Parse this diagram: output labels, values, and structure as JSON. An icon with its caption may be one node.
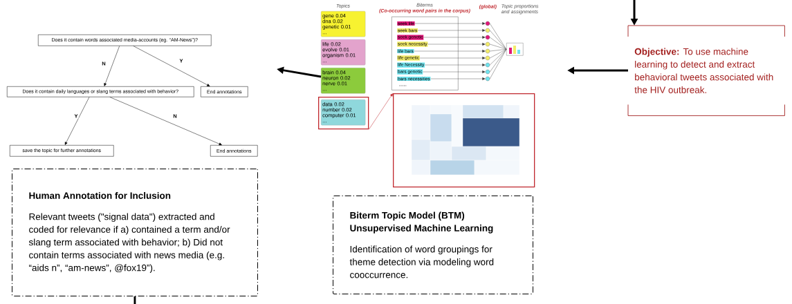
{
  "diagram": {
    "nodes": [
      {
        "text": [
          "**Objective:** To use machine learning to detect and extract behavioral tweets associated with the HIV outbreak."
        ]
      },
      {
        "text": [
          "gene 0.04",
          "dna 0.02",
          "genetic 0.01",
          "..."
        ]
      },
      {
        "text": [
          "life 0.02",
          "evolve 0.01",
          "organism 0.01",
          "..."
        ]
      },
      {
        "text": [
          "brain 0.04",
          "neuron 0.02",
          "nerve 0.01",
          "..."
        ]
      },
      {
        "text": [],
        "shape": "box"
      },
      {
        "text": [
          "data 0.02",
          "number 0.02",
          "computer 0.01",
          "..."
        ],
        "in": 4
      },
      {
        "text": [],
        "shape": "box"
      },
      {
        "text": [
          "seek life"
        ],
        "in": 6
      },
      {
        "text": [
          "seek bars"
        ],
        "in": 6
      },
      {
        "text": [
          "seek genetic"
        ],
        "in": 6
      },
      {
        "text": [
          "seek necessity"
        ],
        "in": 6
      },
      {
        "text": [
          "life bars"
        ],
        "in": 6
      },
      {
        "text": [
          "life genetic"
        ],
        "in": 6
      },
      {
        "text": [
          "life Necessity"
        ],
        "in": 6
      },
      {
        "text": [
          "bars genetic"
        ],
        "in": 6
      },
      {
        "text": [
          "bars necessities"
        ],
        "in": 6
      },
      {
        "text": [],
        "shape": "circle"
      },
      {
        "text": [],
        "shape": "circle"
      },
      {
        "text": [],
        "shape": "circle"
      },
      {
        "text": [],
        "shape": "circle"
      },
      {
        "text": [],
        "shape": "circle"
      },
      {
        "text": [],
        "shape": "circle"
      },
      {
        "text": [],
        "shape": "circle"
      },
      {
        "text": [],
        "shape": "circle"
      },
      {
        "text": [],
        "shape": "circle"
      },
      {
        "text": [],
        "shape": "picture"
      },
      {
        "text": [],
        "shape": "picture"
      },
      {
        "text": [
          "Does it contain words associated media-accounts (eg. “AM-News”)?"
        ]
      },
      {
        "text": [
          "End annotations"
        ]
      },
      {
        "text": [
          "Does it contain daily languages or slang terms associated with behavior?"
        ]
      },
      {
        "text": [
          "save the topic for further annotations"
        ]
      },
      {
        "text": [
          "End annotations"
        ]
      },
      {
        "text": [
          "Human Annotation for Inclusion",
          "Relevant tweets (\"signal data\") extracted and coded for relevance if  a) contained  a term and/or slang term associated with behavior; b) Did not contain terms associated with news media (e.g. “aids n”, “am-news”, @fox19”)."
        ]
      },
      {
        "text": [
          "Biterm Topic Model (BTM) Unsupervised Machine Learning",
          "Identification of word groupings for theme detection via modeling word cooccurrence."
        ]
      }
    ],
    "edges": [
      {
        "from": null,
        "to": 0,
        "arrow": "to",
        "style": "thick"
      },
      {
        "from": 0,
        "to": null,
        "arrow": "to",
        "style": "thick"
      },
      {
        "from": 3,
        "to": null,
        "arrow": "to",
        "style": "thick"
      },
      {
        "from": 7,
        "to": 16,
        "arrow": "to"
      },
      {
        "from": 8,
        "to": 17,
        "arrow": "to"
      },
      {
        "from": 9,
        "to": 18,
        "arrow": "to"
      },
      {
        "from": 10,
        "to": 19,
        "arrow": "to"
      },
      {
        "from": 11,
        "to": 20,
        "arrow": "to"
      },
      {
        "from": 12,
        "to": 21,
        "arrow": "to"
      },
      {
        "from": 13,
        "to": 22,
        "arrow": "to"
      },
      {
        "from": 14,
        "to": 23,
        "arrow": "to"
      },
      {
        "from": 15,
        "to": 24,
        "arrow": "to"
      },
      {
        "from": 16,
        "to": 25,
        "arrow": "none"
      },
      {
        "from": 17,
        "to": 25,
        "arrow": "none"
      },
      {
        "from": 18,
        "to": 25,
        "arrow": "none"
      },
      {
        "from": 19,
        "to": 25,
        "arrow": "none"
      },
      {
        "from": 20,
        "to": 25,
        "arrow": "none"
      },
      {
        "from": 21,
        "to": 25,
        "arrow": "none"
      },
      {
        "from": 22,
        "to": 25,
        "arrow": "none"
      },
      {
        "from": 23,
        "to": 25,
        "arrow": "none"
      },
      {
        "from": 24,
        "to": 25,
        "arrow": "none"
      },
      {
        "from": 4,
        "to": 26,
        "arrow": "to",
        "color": "#c0272d"
      },
      {
        "from": 27,
        "to": 29,
        "arrow": "to",
        "label": "N"
      },
      {
        "from": 27,
        "to": 28,
        "arrow": "to",
        "label": "Y"
      },
      {
        "from": 29,
        "to": 30,
        "arrow": "to",
        "label": "Y"
      },
      {
        "from": 29,
        "to": 31,
        "arrow": "to",
        "label": "N"
      },
      {
        "from": 32,
        "to": null,
        "arrow": "none",
        "style": "thick"
      }
    ],
    "labels": [
      "Topics",
      "Biterms",
      "(Co-occurring word pairs in the corpus)",
      "(global)",
      "Topic proportions and assignments",
      "....."
    ]
  }
}
